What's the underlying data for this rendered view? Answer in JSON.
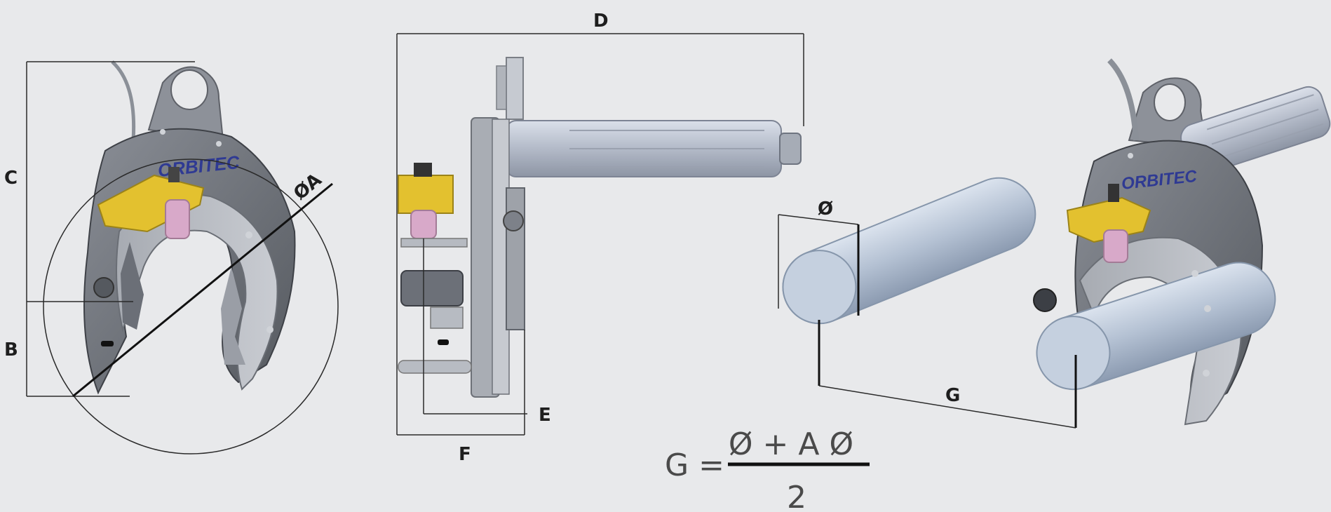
{
  "labels": {
    "C": "C",
    "B": "B",
    "phiA": "ØA",
    "D": "D",
    "E": "E",
    "F": "F",
    "diameter": "Ø",
    "G": "G"
  },
  "formula": {
    "lhs": "G =",
    "numerator": "Ø + A Ø",
    "denominator": "2"
  },
  "brand": {
    "text": "ORBITEC",
    "color": "#2f3a93"
  },
  "colors": {
    "background": "#e8e9eb",
    "body_dark": "#6f737b",
    "body_light": "#b9bdc4",
    "clamp_yellow": "#e3c12f",
    "electrode_pink": "#d8a9c9",
    "tube_blue": "#b8c5d6"
  }
}
